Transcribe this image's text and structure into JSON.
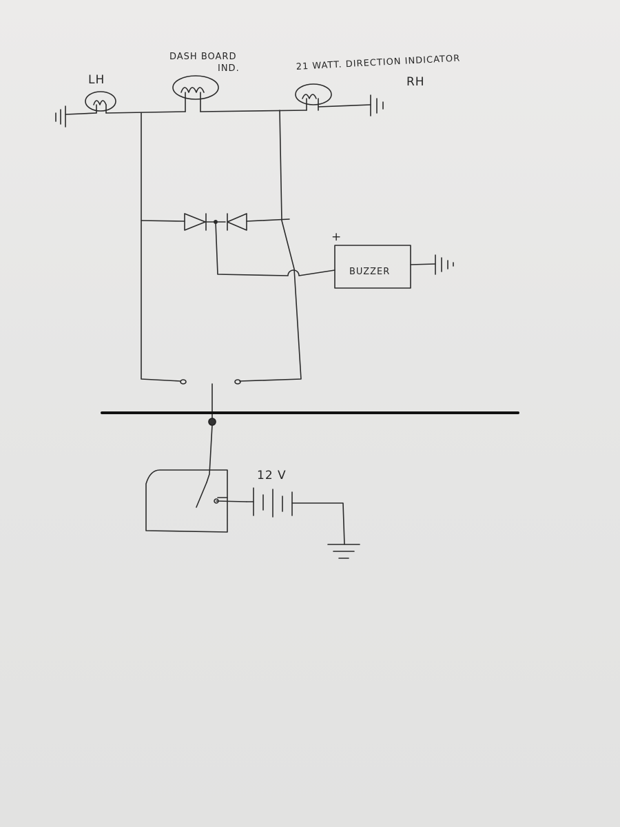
{
  "diagram": {
    "labels": {
      "lh": "LH",
      "dash_board": "DASH BOARD",
      "dash_ind": "IND.",
      "rh_title": "21 WATT. DIRECTION INDICATOR",
      "rh": "RH",
      "plus": "+",
      "buzzer": "BUZZER",
      "voltage": "12 V"
    },
    "colors": {
      "ink": "#2a2a2a",
      "marker": "#111111",
      "paper": "#e7e7e6"
    }
  }
}
